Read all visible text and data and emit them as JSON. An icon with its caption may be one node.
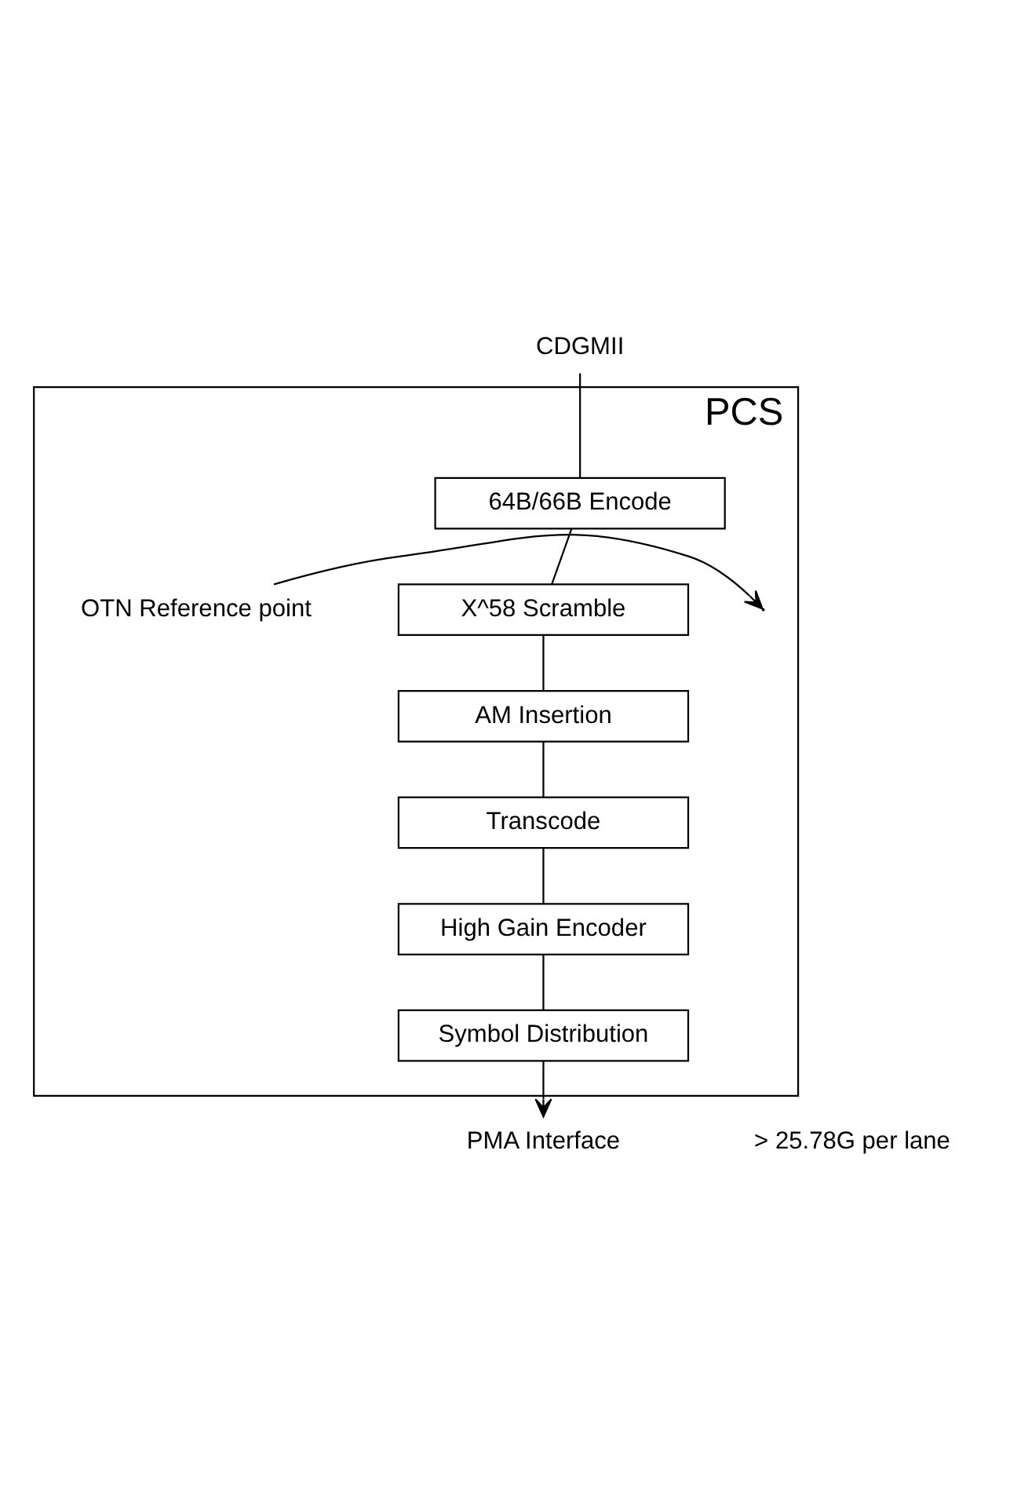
{
  "diagram": {
    "nodes": [
      {
        "text": [
          "CDGMII"
        ]
      },
      {
        "text": [
          "PCS"
        ]
      },
      {
        "text": [
          "64B/66B Encode"
        ],
        "in": 1
      },
      {
        "text": [
          "X^58 Scramble"
        ],
        "in": 1
      },
      {
        "text": [
          "AM Insertion"
        ],
        "in": 1
      },
      {
        "text": [
          "Transcode"
        ],
        "in": 1
      },
      {
        "text": [
          "High Gain Encoder"
        ],
        "in": 1
      },
      {
        "text": [
          "Symbol Distribution"
        ],
        "in": 1
      },
      {
        "text": [
          "PMA Interface"
        ]
      },
      {
        "text": [
          "OTN Reference point"
        ],
        "in": 1
      }
    ],
    "edges": [
      {
        "from": 0,
        "to": 2,
        "arrow": "none"
      },
      {
        "from": 2,
        "to": 3,
        "arrow": "none"
      },
      {
        "from": 3,
        "to": 4,
        "arrow": "none"
      },
      {
        "from": 4,
        "to": 5,
        "arrow": "none"
      },
      {
        "from": 5,
        "to": 6,
        "arrow": "none"
      },
      {
        "from": 6,
        "to": 7,
        "arrow": "none"
      },
      {
        "from": 7,
        "to": 8,
        "arrow": "to"
      },
      {
        "from": 9,
        "to": null,
        "arrow": "to"
      }
    ],
    "labels": [
      "> 25.78G per lane"
    ]
  }
}
